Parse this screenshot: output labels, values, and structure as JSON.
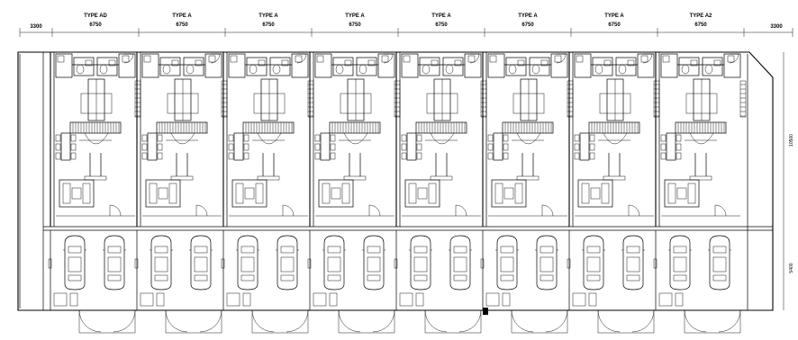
{
  "drawing": {
    "left_end_dim": "3300",
    "right_end_dim": "3300",
    "units": [
      {
        "type": "TYPE AD",
        "width": "6750"
      },
      {
        "type": "TYPE A",
        "width": "6750"
      },
      {
        "type": "TYPE A",
        "width": "6750"
      },
      {
        "type": "TYPE A",
        "width": "6750"
      },
      {
        "type": "TYPE A",
        "width": "6750"
      },
      {
        "type": "TYPE A",
        "width": "6750"
      },
      {
        "type": "TYPE A",
        "width": "6750"
      },
      {
        "type": "TYPE A2",
        "width": "6750"
      }
    ],
    "side_dims": [
      "10500",
      "5400"
    ]
  }
}
